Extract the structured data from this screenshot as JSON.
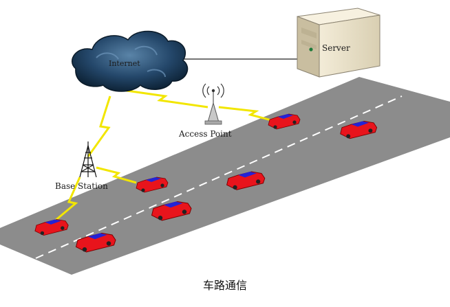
{
  "labels": {
    "internet": "Internet",
    "server": "Server",
    "access_point": "Access Point",
    "base_station": "Base Station"
  },
  "caption": "车路通信",
  "colors": {
    "road": "#8c8c8c",
    "lane_line": "#ffffff",
    "cloud": "#1f3f5c",
    "link": "#f2e600",
    "car_body": "#e8141c",
    "car_window": "#2323d6",
    "server_case": "#ece3c9"
  }
}
